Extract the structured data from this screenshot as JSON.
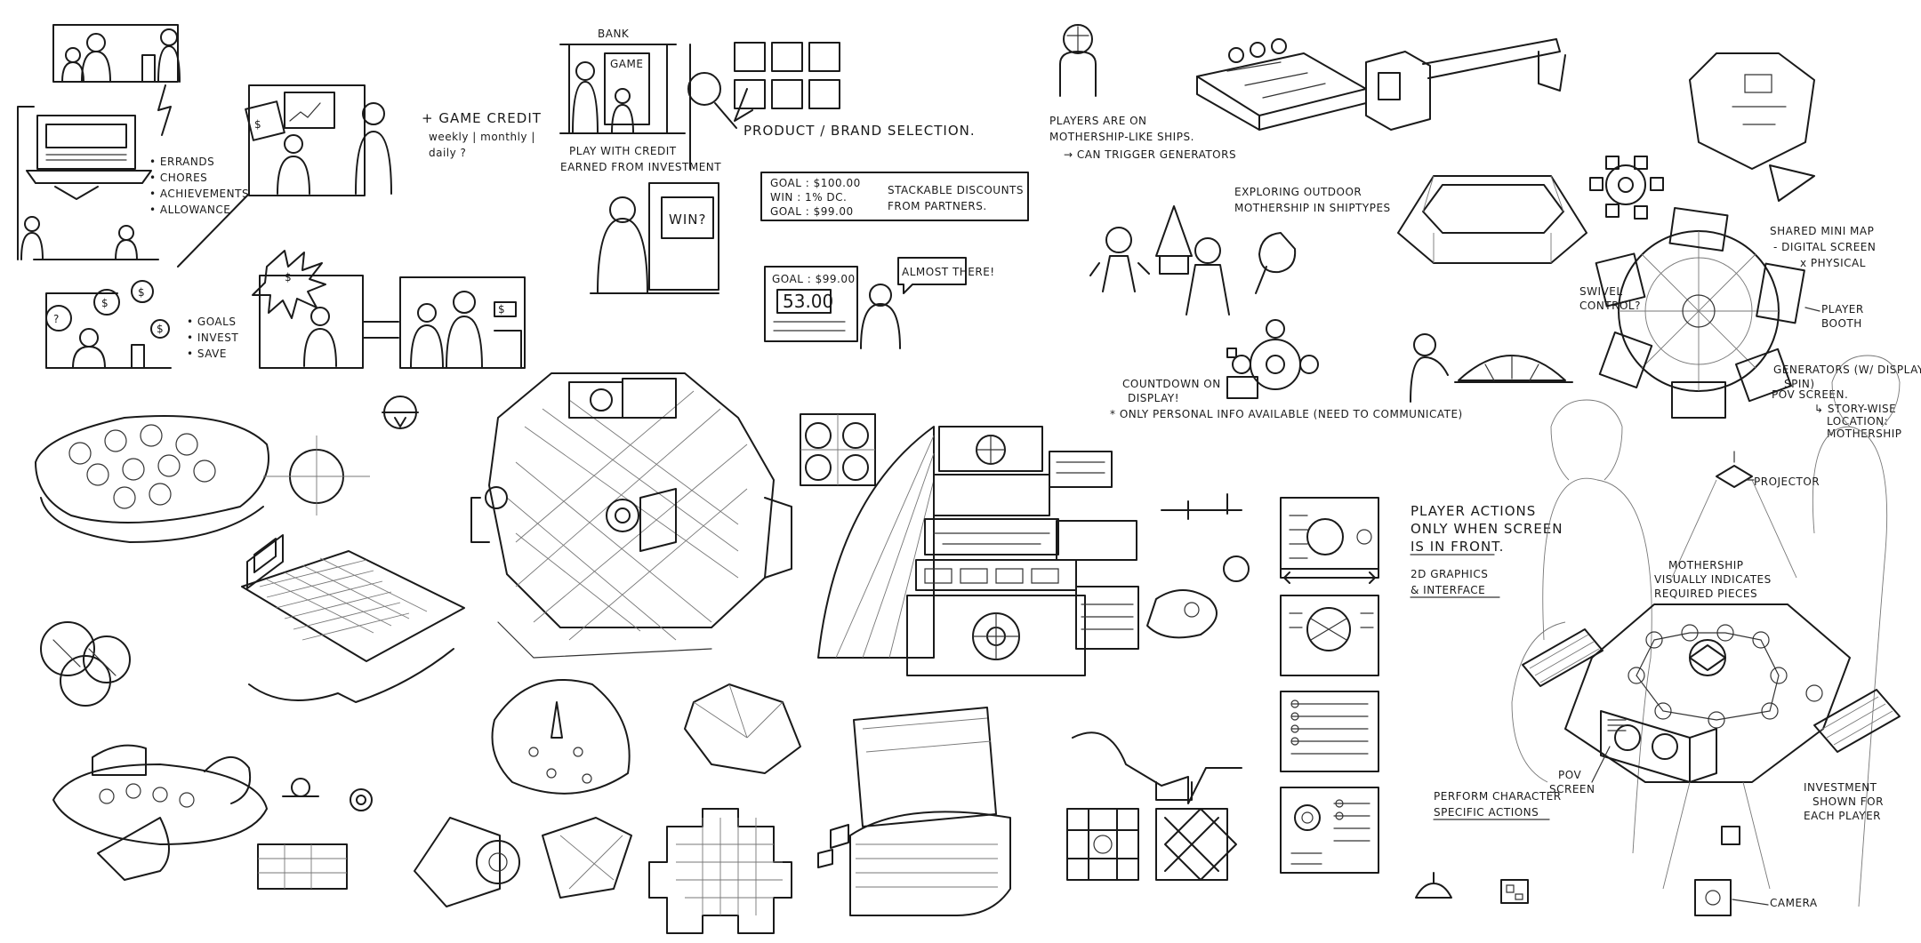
{
  "sketch": {
    "bank_label": "BANK",
    "game_label": "GAME",
    "game_credit": [
      "+ GAME CREDIT",
      "weekly | monthly |",
      "daily ?"
    ],
    "task_list": [
      "• ERRANDS",
      "• CHORES",
      "• ACHIEVEMENTS",
      "• ALLOWANCE"
    ],
    "goals_list": [
      "• GOALS",
      "• INVEST",
      "• SAVE"
    ],
    "play_with_credit": [
      "PLAY WITH CREDIT",
      "EARNED FROM INVESTMENT"
    ],
    "product_selection": "PRODUCT / BRAND SELECTION.",
    "goal_lines": [
      "GOAL : $100.00",
      "WIN : 1% DC.",
      "GOAL : $99.00"
    ],
    "stackable": [
      "STACKABLE DISCOUNTS",
      "FROM PARTNERS."
    ],
    "win_bubble": "WIN?",
    "almost_bubble": "ALMOST THERE!",
    "screen_goal": "GOAL : $99.00",
    "screen_amount": "53.00",
    "players_note": [
      "PLAYERS ARE ON",
      "MOTHERSHIP-LIKE SHIPS.",
      "→ CAN TRIGGER GENERATORS"
    ],
    "exploring_note": [
      "EXPLORING OUTDOOR",
      "MOTHERSHIP IN SHIPTYPES"
    ],
    "countdown_note": [
      "COUNTDOWN ON",
      "DISPLAY!",
      "* ONLY PERSONAL INFO AVAILABLE (NEED TO COMMUNICATE)"
    ],
    "swivel": [
      "SWIVEL",
      "CONTROL?"
    ],
    "shared_map": [
      "SHARED MINI MAP",
      "- DIGITAL SCREEN",
      "x PHYSICAL"
    ],
    "player_booth": [
      "PLAYER",
      "BOOTH"
    ],
    "generators": [
      "GENERATORS (W/ DISPLAY,",
      "SPIN)"
    ],
    "pov_screen": [
      "POV SCREEN.",
      "↳ STORY-WISE",
      "LOCATION:",
      "MOTHERSHIP"
    ],
    "player_actions": [
      "PLAYER ACTIONS",
      "ONLY WHEN SCREEN",
      "IS IN FRONT."
    ],
    "graphics_note": [
      "2D GRAPHICS",
      "& INTERFACE"
    ],
    "perform_note": [
      "PERFORM CHARACTER",
      "SPECIFIC ACTIONS"
    ],
    "projector": "PROJECTOR",
    "mothership_note": [
      "MOTHERSHIP",
      "VISUALLY INDICATES",
      "REQUIRED PIECES"
    ],
    "pov_label": [
      "POV",
      "SCREEN"
    ],
    "investment_note": [
      "INVESTMENT",
      "SHOWN FOR",
      "EACH PLAYER"
    ],
    "camera": "CAMERA"
  },
  "icons": {
    "figure": "stick-figure-icon",
    "dollar": "dollar-coin-icon",
    "lightning": "lightning-bolt-icon"
  },
  "colors": {
    "ink": "#1a1a1a",
    "paper": "#ffffff"
  }
}
